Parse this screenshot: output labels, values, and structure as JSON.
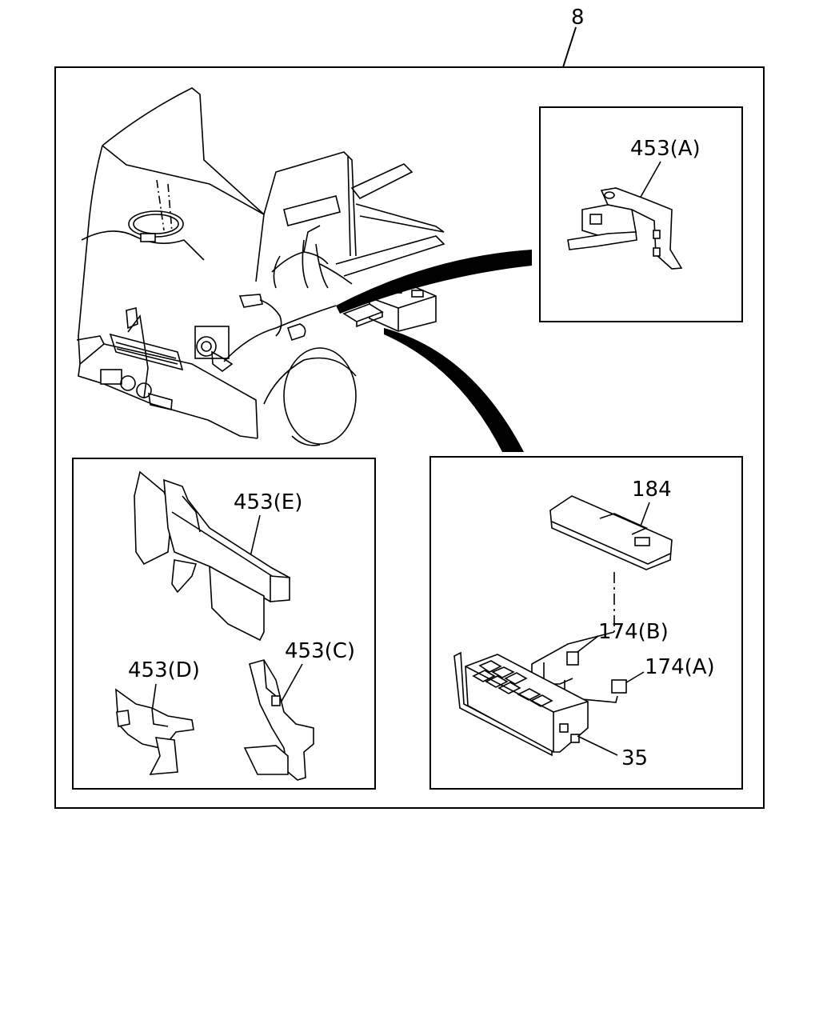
{
  "diagram": {
    "callouts": {
      "harness": "8",
      "bracket_a": "453(A)",
      "bracket_e": "453(E)",
      "bracket_d": "453(D)",
      "bracket_c": "453(C)",
      "cover": "184",
      "relay_b": "174(B)",
      "relay_a": "174(A)",
      "relay_box": "35"
    }
  }
}
